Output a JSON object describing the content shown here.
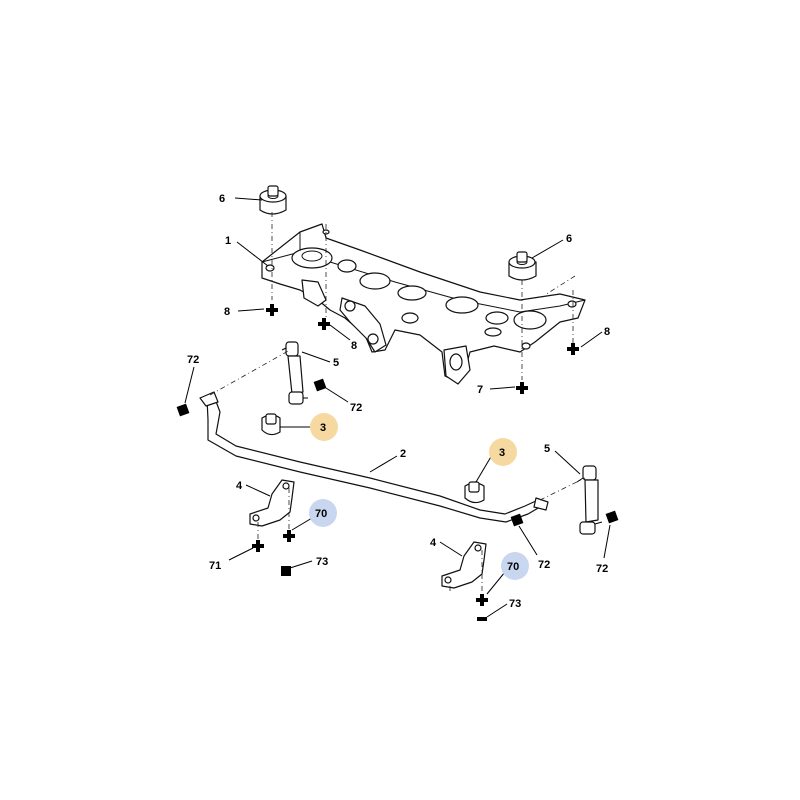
{
  "colors": {
    "highlight_orange": "#f5d9a0",
    "highlight_blue": "#c9d6ef",
    "ink": "#111111",
    "background": "#ffffff"
  },
  "callouts": [
    {
      "id": "c6a",
      "label": "6"
    },
    {
      "id": "c6b",
      "label": "6"
    },
    {
      "id": "c1",
      "label": "1"
    },
    {
      "id": "c8a",
      "label": "8"
    },
    {
      "id": "c8b",
      "label": "8"
    },
    {
      "id": "c8c",
      "label": "8"
    },
    {
      "id": "c7",
      "label": "7"
    },
    {
      "id": "c72a",
      "label": "72"
    },
    {
      "id": "c5a",
      "label": "5"
    },
    {
      "id": "c72b",
      "label": "72"
    },
    {
      "id": "c3a",
      "label": "3",
      "highlight": "orange"
    },
    {
      "id": "c2",
      "label": "2"
    },
    {
      "id": "c3b",
      "label": "3",
      "highlight": "orange"
    },
    {
      "id": "c5b",
      "label": "5"
    },
    {
      "id": "c4a",
      "label": "4"
    },
    {
      "id": "c70a",
      "label": "70",
      "highlight": "blue"
    },
    {
      "id": "c71",
      "label": "71"
    },
    {
      "id": "c73a",
      "label": "73"
    },
    {
      "id": "c72c",
      "label": "72"
    },
    {
      "id": "c72d",
      "label": "72"
    },
    {
      "id": "c4b",
      "label": "4"
    },
    {
      "id": "c70b",
      "label": "70",
      "highlight": "blue"
    },
    {
      "id": "c73b",
      "label": "73"
    }
  ]
}
